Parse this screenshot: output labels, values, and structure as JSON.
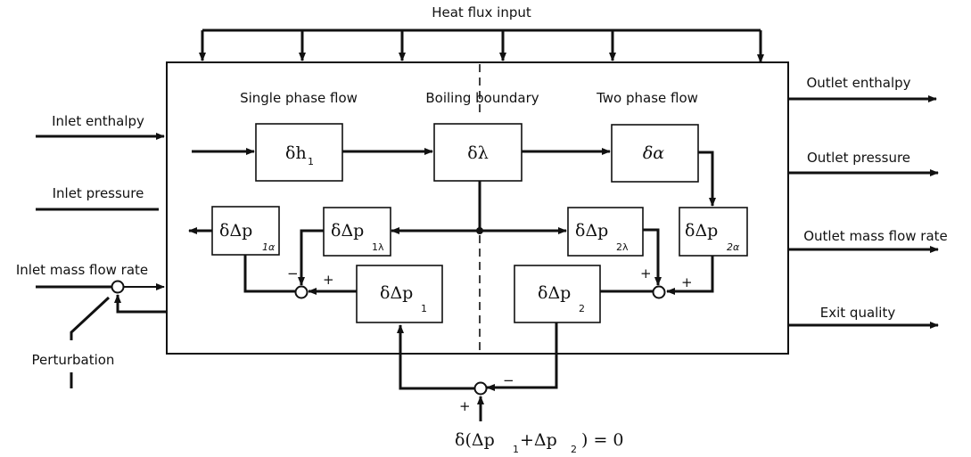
{
  "diagram": {
    "top_input": "Heat flux input",
    "regions": {
      "single_phase": "Single phase flow",
      "boiling_boundary": "Boiling boundary",
      "two_phase": "Two phase flow"
    },
    "inputs": {
      "inlet_enthalpy": "Inlet enthalpy",
      "inlet_pressure": "Inlet pressure",
      "inlet_mass_flow_rate": "Inlet mass flow rate",
      "perturbation": "Perturbation"
    },
    "outputs": {
      "outlet_enthalpy": "Outlet enthalpy",
      "outlet_pressure": "Outlet pressure",
      "outlet_mass_flow_rate": "Outlet mass flow rate",
      "exit_quality": "Exit quality"
    },
    "blocks": {
      "dh1": {
        "main": "δh",
        "sub": "1"
      },
      "dlambda": {
        "main": "δλ",
        "sub": ""
      },
      "dalpha": {
        "main": "δα",
        "sub": ""
      },
      "ddp1a": {
        "main": "δΔp",
        "sub": "1α"
      },
      "ddp1l": {
        "main": "δΔp",
        "sub": "1λ"
      },
      "ddp1": {
        "main": "δΔp",
        "sub": "1"
      },
      "ddp2l": {
        "main": "δΔp",
        "sub": "2λ"
      },
      "ddp2a": {
        "main": "δΔp",
        "sub": "2α"
      },
      "ddp2": {
        "main": "δΔp",
        "sub": "2"
      }
    },
    "signs": {
      "sum1_top": "−",
      "sum1_right": "+",
      "sum2_top": "+",
      "sum2_right": "+",
      "sum3_right": "−",
      "sum3_bottom": "+"
    },
    "constraint": {
      "prefix": "δ(Δp",
      "sub1": "1",
      "mid": "+Δp",
      "sub2": "2",
      "suffix": ") = 0"
    }
  }
}
